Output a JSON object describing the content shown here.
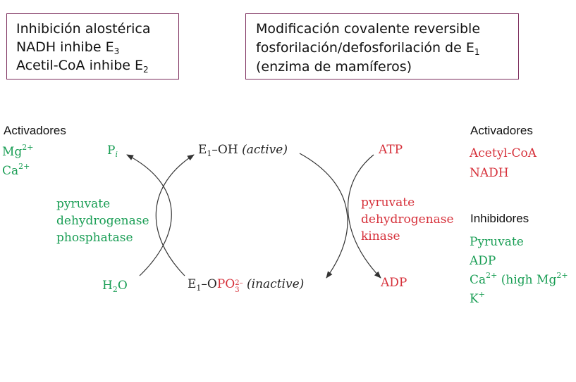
{
  "box1": {
    "line1": "Inhibición alostérica",
    "line2_text": "NADH inhibe E",
    "line2_sub": "3",
    "line3_text": "Acetil-CoA inhibe E",
    "line3_sub": "2"
  },
  "box2": {
    "line1": "Modificación covalente reversible",
    "line2_text": "fosforilación/defosforilación de E",
    "line2_sub": "1",
    "line3": "(enzima de mamíferos)"
  },
  "left": {
    "heading": "Activadores",
    "mg": "Mg",
    "mg_sup": "2+",
    "ca": "Ca",
    "ca_sup": "2+",
    "pi": "P",
    "pi_sub": "i",
    "phosphatase": [
      "pyruvate",
      "dehydrogenase",
      "phosphatase"
    ],
    "water": "H",
    "water_sub": "2",
    "water_o": "O"
  },
  "center": {
    "e1_top_a": "E",
    "e1_top_sub": "1",
    "e1_top_b": "–OH ",
    "e1_top_state": "(active)",
    "e1_bot_a": "E",
    "e1_bot_sub": "1",
    "e1_bot_b": "–O",
    "e1_bot_po": "PO",
    "e1_bot_sub3": "3",
    "e1_bot_sup": "2–",
    "e1_bot_state": "(inactive)"
  },
  "right": {
    "atp": "ATP",
    "adp_out": "ADP",
    "kinase": [
      "pyruvate",
      "dehydrogenase",
      "kinase"
    ],
    "activators_heading": "Activadores",
    "activators": [
      "Acetyl-CoA",
      "NADH"
    ],
    "inhibitors_heading": "Inhibidores",
    "inhibitors": [
      "Pyruvate",
      "ADP"
    ],
    "ca_text": "Ca",
    "ca_sup": "2+",
    "ca_rest": " (high Mg",
    "ca_rest_sup": "2+",
    "k_text": "K",
    "k_sup": "+"
  },
  "colors": {
    "green": "#1a9e55",
    "red": "#d6303a",
    "border": "#7a2a5a"
  }
}
